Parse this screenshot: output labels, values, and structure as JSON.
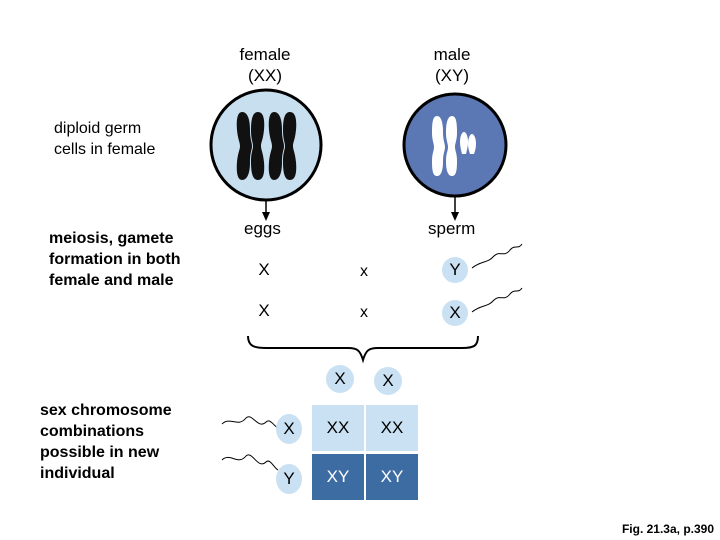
{
  "labels": {
    "female": "female\n(XX)",
    "male": "male\n(XY)",
    "diploid": "diploid germ\ncells in female",
    "meiosis": "meiosis, gamete\nformation in both\nfemale and male",
    "sexcombo": "sex chromosome\ncombinations\npossible in new\nindividual",
    "eggs": "eggs",
    "sperm": "sperm"
  },
  "gametes": {
    "egg1": "X",
    "egg2": "X",
    "cross1": "x",
    "cross2": "x",
    "sperm1": "Y",
    "sperm2": "X"
  },
  "punnett": {
    "col_headers": [
      "X",
      "X"
    ],
    "row_headers": [
      "X",
      "Y"
    ],
    "cells": [
      [
        "XX",
        "XX"
      ],
      [
        "XY",
        "XY"
      ]
    ]
  },
  "colors": {
    "female_cell": "#c8dff0",
    "male_cell": "#5b78b5",
    "cell_light": "#c9e1f2",
    "cell_dark": "#3d6ca3"
  },
  "caption": "Fig. 21.3a, p.390"
}
